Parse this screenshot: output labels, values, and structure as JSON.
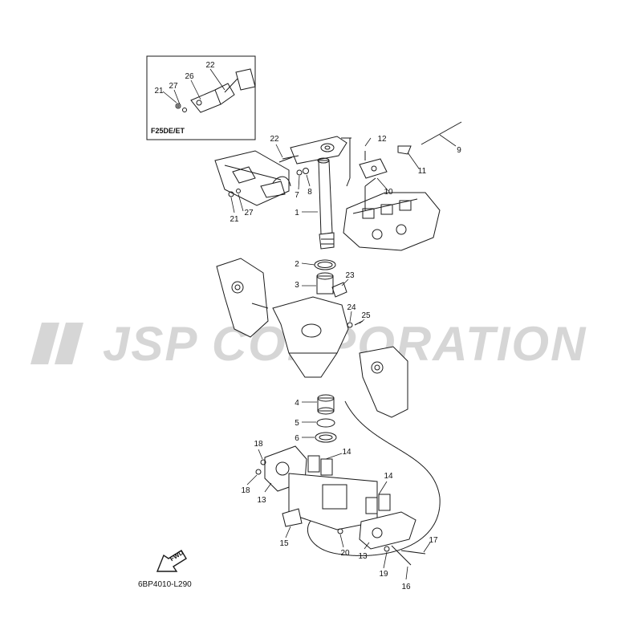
{
  "watermark": {
    "text": "JSP CORPORATION"
  },
  "inset": {
    "label": "F25DE/ET"
  },
  "diagram_code": "6BP4010-L290",
  "fwd_label": "FWD",
  "callouts": [
    {
      "id": "c22i",
      "text": "22"
    },
    {
      "id": "c26",
      "text": "26"
    },
    {
      "id": "c27i",
      "text": "27"
    },
    {
      "id": "c21i",
      "text": "21"
    },
    {
      "id": "c22",
      "text": "22"
    },
    {
      "id": "c12",
      "text": "12"
    },
    {
      "id": "c9",
      "text": "9"
    },
    {
      "id": "c11",
      "text": "11"
    },
    {
      "id": "c7",
      "text": "7"
    },
    {
      "id": "c8",
      "text": "8"
    },
    {
      "id": "c10",
      "text": "10"
    },
    {
      "id": "c21",
      "text": "21"
    },
    {
      "id": "c27",
      "text": "27"
    },
    {
      "id": "c1",
      "text": "1"
    },
    {
      "id": "c2",
      "text": "2"
    },
    {
      "id": "c3",
      "text": "3"
    },
    {
      "id": "c23",
      "text": "23"
    },
    {
      "id": "c24",
      "text": "24"
    },
    {
      "id": "c25",
      "text": "25"
    },
    {
      "id": "c4",
      "text": "4"
    },
    {
      "id": "c5",
      "text": "5"
    },
    {
      "id": "c6",
      "text": "6"
    },
    {
      "id": "c18a",
      "text": "18"
    },
    {
      "id": "c14a",
      "text": "14"
    },
    {
      "id": "c18b",
      "text": "18"
    },
    {
      "id": "c13a",
      "text": "13"
    },
    {
      "id": "c14b",
      "text": "14"
    },
    {
      "id": "c15",
      "text": "15"
    },
    {
      "id": "c20",
      "text": "20"
    },
    {
      "id": "c13b",
      "text": "13"
    },
    {
      "id": "c17",
      "text": "17"
    },
    {
      "id": "c19",
      "text": "19"
    },
    {
      "id": "c16",
      "text": "16"
    }
  ]
}
